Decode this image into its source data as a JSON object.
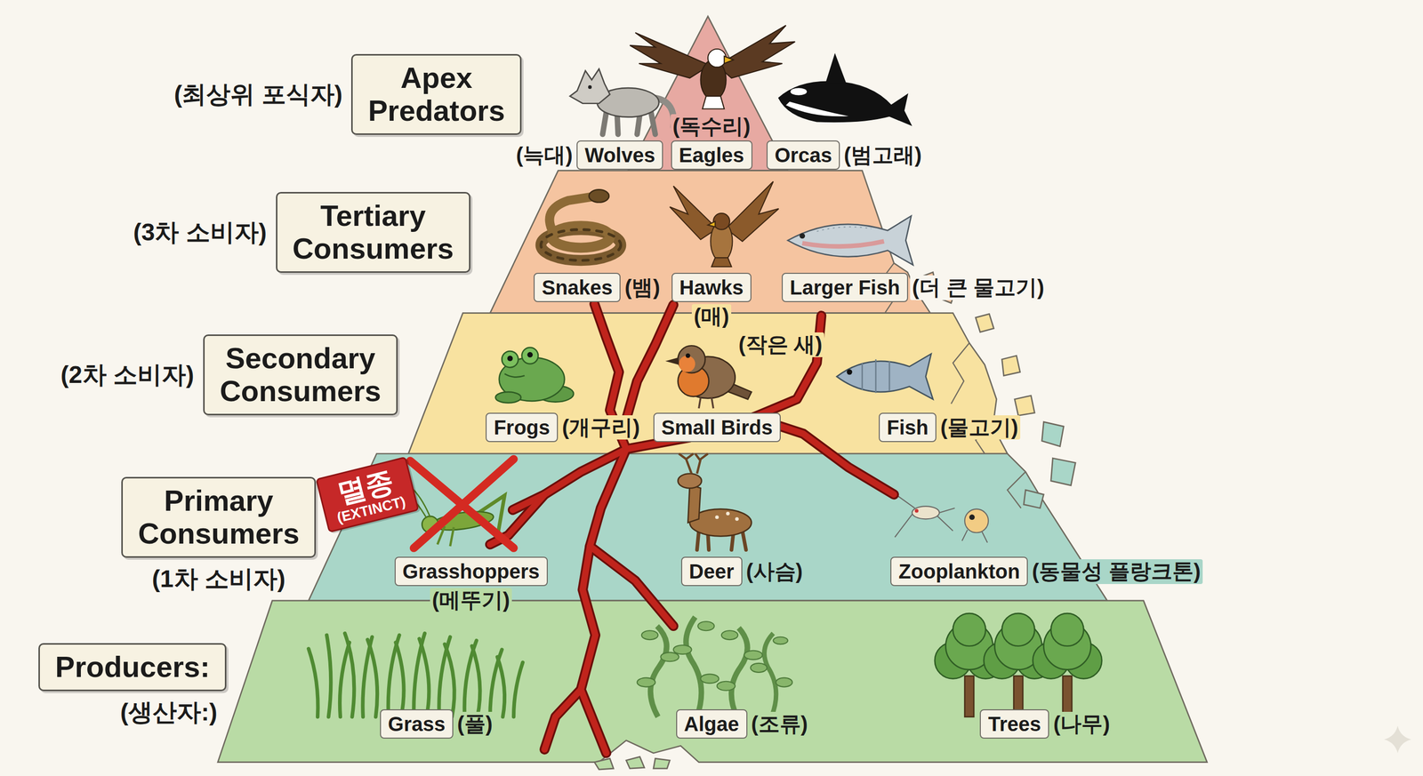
{
  "diagram": {
    "nodes": [
      {
        "text": [
          "Apex Predators",
          "(최상위 포식자)"
        ]
      },
      {
        "text": [
          "Wolves",
          "(늑대)"
        ]
      },
      {
        "text": [
          "Eagles",
          "(독수리)"
        ]
      },
      {
        "text": [
          "Orcas",
          "(범고래)"
        ]
      },
      {
        "text": [
          "Tertiary Consumers",
          "(3차 소비자)"
        ]
      },
      {
        "text": [
          "Snakes",
          "(뱀)"
        ]
      },
      {
        "text": [
          "Hawks",
          "(매)"
        ]
      },
      {
        "text": [
          "Larger Fish",
          "(더 큰 물고기)"
        ]
      },
      {
        "text": [
          "Secondary Consumers",
          "(2차 소비자)"
        ]
      },
      {
        "text": [
          "Frogs",
          "(개구리)"
        ]
      },
      {
        "text": [
          "Small Birds",
          "(작은 새)"
        ]
      },
      {
        "text": [
          "Fish",
          "(물고기)"
        ]
      },
      {
        "text": [
          "멸종",
          "(EXTINCT)"
        ]
      },
      {
        "text": [
          "Primary Consumers",
          "(1차 소비자)"
        ]
      },
      {
        "text": [
          "Grasshoppers",
          "(메뚜기)"
        ]
      },
      {
        "text": [
          "Deer",
          "(사슴)"
        ]
      },
      {
        "text": [
          "Zooplankton",
          "(동물성 플랑크톤)"
        ]
      },
      {
        "text": [
          "Producers:",
          "(생산자:)"
        ]
      },
      {
        "text": [
          "Grass",
          "(풀)"
        ]
      },
      {
        "text": [
          "Algae",
          "(조류)"
        ]
      },
      {
        "text": [
          "Trees",
          "(나무)"
        ]
      }
    ]
  }
}
